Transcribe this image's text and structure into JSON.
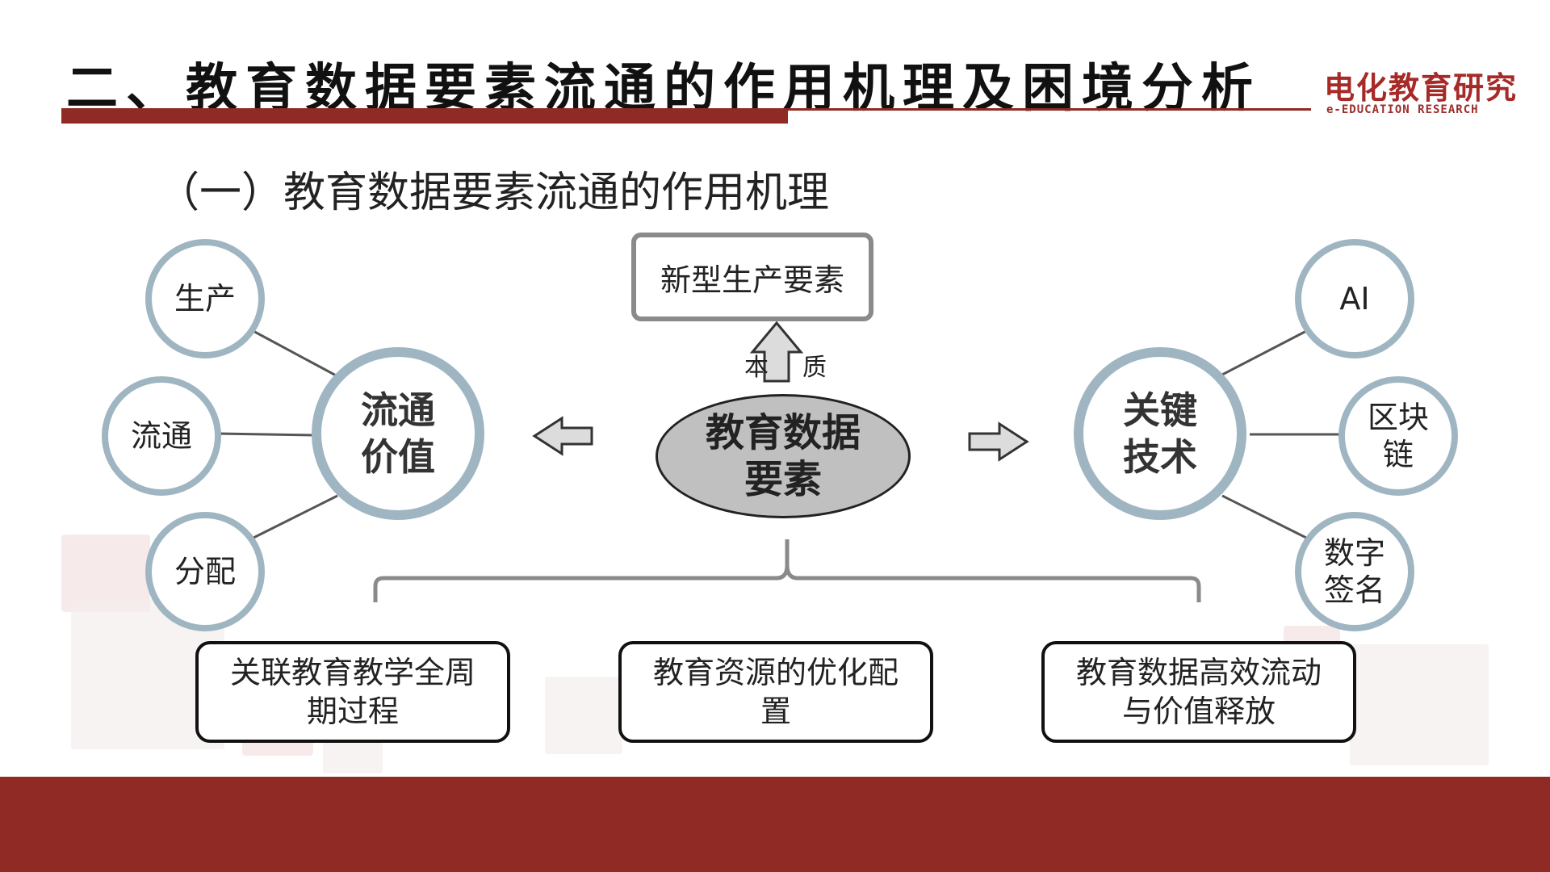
{
  "header": {
    "title": "二、教育数据要素流通的作用机理及困境分析",
    "logo_cn": "电化教育研究",
    "logo_en": "e-EDUCATION RESEARCH"
  },
  "section": {
    "subtitle": "（一）教育数据要素流通的作用机理"
  },
  "diagram": {
    "center": "教育数据\n要素",
    "essence_box": "新型生产要素",
    "arrow_label_left": "本",
    "arrow_label_right": "质",
    "left_hub": {
      "label": "流通\n价值",
      "spokes": [
        "生产",
        "流通",
        "分配"
      ]
    },
    "right_hub": {
      "label": "关键\n技术",
      "spokes": [
        "AI",
        "区块\n链",
        "数字\n签名"
      ]
    },
    "outcomes": [
      "关联教育教学全周\n期过程",
      "教育资源的优化配\n置",
      "教育数据高效流动\n与价值释放"
    ]
  },
  "colors": {
    "brand_red": "#8f2a24",
    "circle_border": "#9fb6c2",
    "ellipse_fill": "#c0c0c0"
  }
}
